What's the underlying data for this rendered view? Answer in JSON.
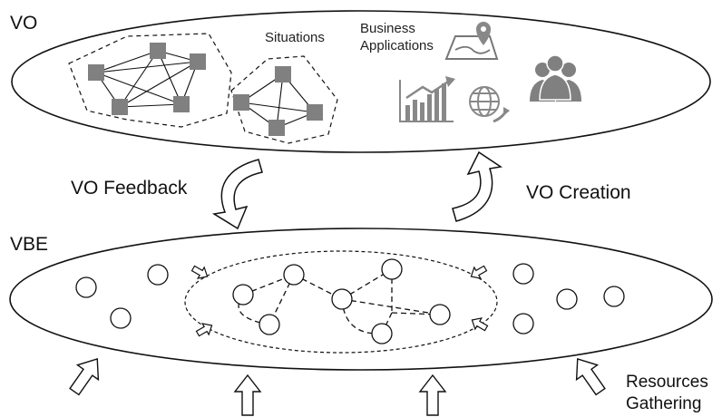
{
  "labels": {
    "vo": "VO",
    "vbe": "VBE",
    "vo_feedback": "VO Feedback",
    "vo_creation": "VO Creation",
    "situations": "Situations",
    "business_applications_line1": "Business",
    "business_applications_line2": "Applications",
    "resources_gathering_line1": "Resources",
    "resources_gathering_line2": "Gathering"
  },
  "colors": {
    "stroke": "#111111",
    "node_fill": "#808080",
    "icon_fill": "#888888",
    "background": "#ffffff"
  },
  "icons": [
    "map-pin-icon",
    "bar-chart-growth-icon",
    "globe-refresh-icon",
    "user-group-icon"
  ]
}
